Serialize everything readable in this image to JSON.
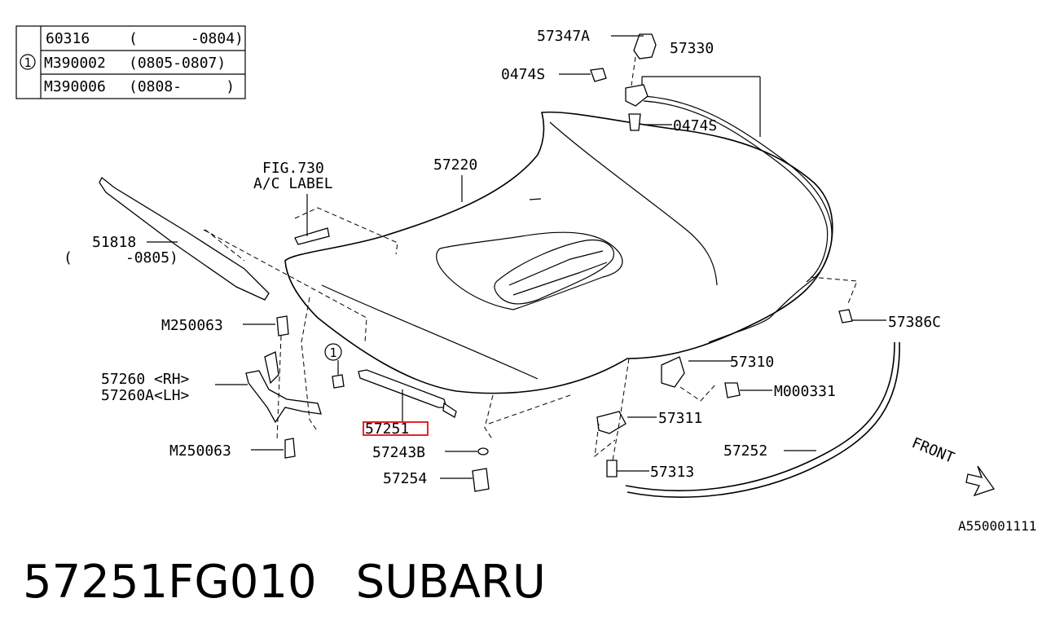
{
  "legend": {
    "marker": "1",
    "rows": [
      {
        "part": "60316",
        "range": "(      -0804)"
      },
      {
        "part": "M390002",
        "range": "(0805-0807)"
      },
      {
        "part": "M390006",
        "range": "(0808-     )"
      }
    ]
  },
  "labels": {
    "p57347a": "57347A",
    "p57330": "57330",
    "p0474s_a": "0474S",
    "p0474s_b": "0474S",
    "fig730": "FIG.730",
    "aclabel": "A/C LABEL",
    "p57220": "57220",
    "p51818": "51818",
    "p51818_range": "(      -0805)",
    "m250063_a": "M250063",
    "marker_1": "1",
    "p57260": "57260 <RH>",
    "p57260a": "57260A<LH>",
    "p57251": "57251",
    "m250063_b": "M250063",
    "p57243b": "57243B",
    "p57254": "57254",
    "p57386c": "57386C",
    "p57310": "57310",
    "m000331": "M000331",
    "p57311": "57311",
    "p57252": "57252",
    "p57313": "57313",
    "front": "FRONT"
  },
  "highlight_color": "#e8232a",
  "diagram_code": "A550001111",
  "footer": {
    "part_number": "57251FG010",
    "brand": "SUBARU"
  }
}
